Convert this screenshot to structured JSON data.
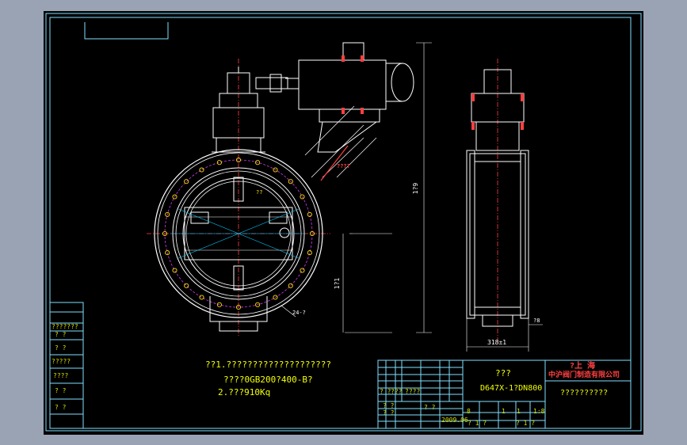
{
  "notes": {
    "line1": "??1.????????????????????",
    "line2": "????0GB200?400-B?",
    "line3": "2.???910Kq"
  },
  "title_block": {
    "name": "???",
    "model": "D647X-1?DN800",
    "company_city": "?上 海",
    "company_name": "中沪阀门制造有限公司",
    "drawing_number": "??????????",
    "scale": "1:8",
    "date": "2009.06",
    "sheet": "1",
    "qty": "1",
    "misc_a": "8",
    "misc_b": "? 1 ?",
    "misc_c": "? 1 ?"
  },
  "table_headers": {
    "h1": "? ?",
    "h2": "???",
    "h3": "????",
    "h4": "? ?",
    "h5": "? ?",
    "h6": "? ?"
  },
  "left_strip": {
    "r1": "???????",
    "r2": "?  ?",
    "r3": "?  ?",
    "r4": "?????",
    "r5": "????",
    "r6": "?  ?",
    "r7": "?  ?"
  },
  "dimensions": {
    "total_height": "1?9",
    "half_height": "1?1",
    "face_width": "318±1",
    "side_ref": "?8"
  },
  "labels": {
    "callout1": "????",
    "callout2": "??",
    "callout3": "24-?"
  },
  "colors": {
    "background": "#000000",
    "frame": "#00ffff",
    "text": "#d6e000",
    "body": "#ffffff",
    "bolt": "#d33af0",
    "flange": "#ff4040"
  }
}
